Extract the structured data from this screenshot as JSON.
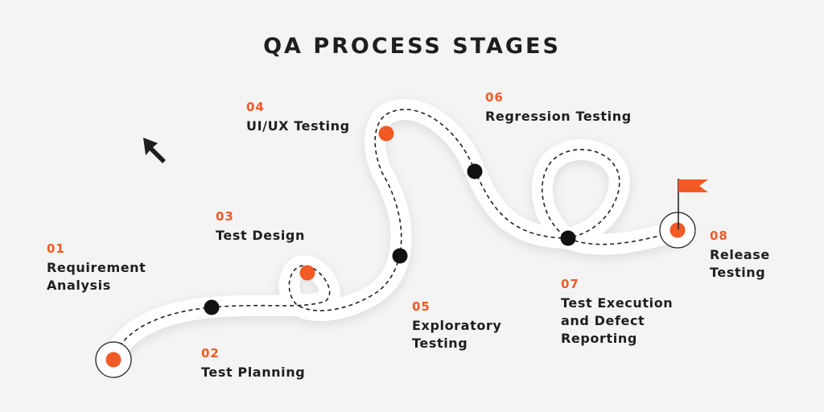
{
  "title": "QA PROCESS STAGES",
  "colors": {
    "accent": "#f15a24",
    "milestone": "#111111",
    "road": "#ffffff",
    "text": "#1e1e1e",
    "background": "#f4f4f4"
  },
  "icons": {
    "pointer": "arrow-pointer-icon",
    "flag": "flag-icon"
  },
  "stages": [
    {
      "number": "01",
      "label": "Requirement\nAnalysis"
    },
    {
      "number": "02",
      "label": "Test Planning"
    },
    {
      "number": "03",
      "label": "Test Design"
    },
    {
      "number": "04",
      "label": "UI/UX Testing"
    },
    {
      "number": "05",
      "label": "Exploratory\nTesting"
    },
    {
      "number": "06",
      "label": "Regression Testing"
    },
    {
      "number": "07",
      "label": "Test Execution\nand Defect\nReporting"
    },
    {
      "number": "08",
      "label": "Release\nTesting"
    }
  ]
}
